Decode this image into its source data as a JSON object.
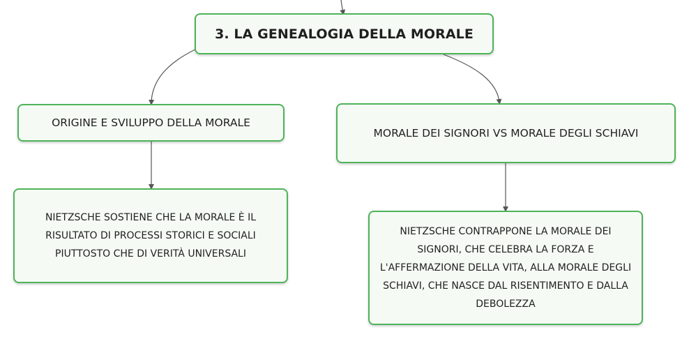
{
  "map": {
    "root": {
      "title": "3. LA GENEALOGIA DELLA MORALE"
    },
    "branches": [
      {
        "title": "ORIGINE E SVILUPPO DELLA MORALE",
        "detail": "NIETZSCHE SOSTIENE CHE LA MORALE È IL RISULTATO DI PROCESSI STORICI E SOCIALI PIUTTOSTO CHE DI VERITÀ UNIVERSALI"
      },
      {
        "title": "MORALE DEI SIGNORI VS MORALE DEGLI SCHIAVI",
        "detail": "NIETZSCHE CONTRAPPONE LA MORALE DEI SIGNORI, CHE CELEBRA LA FORZA E L'AFFERMAZIONE DELLA VITA, ALLA MORALE DEGLI SCHIAVI, CHE NASCE DAL RISENTIMENTO E DALLA DEBOLEZZA"
      }
    ]
  },
  "colors": {
    "node_border": "#4eb35a",
    "node_fill": "#f5fbf4",
    "connector": "#555555"
  }
}
